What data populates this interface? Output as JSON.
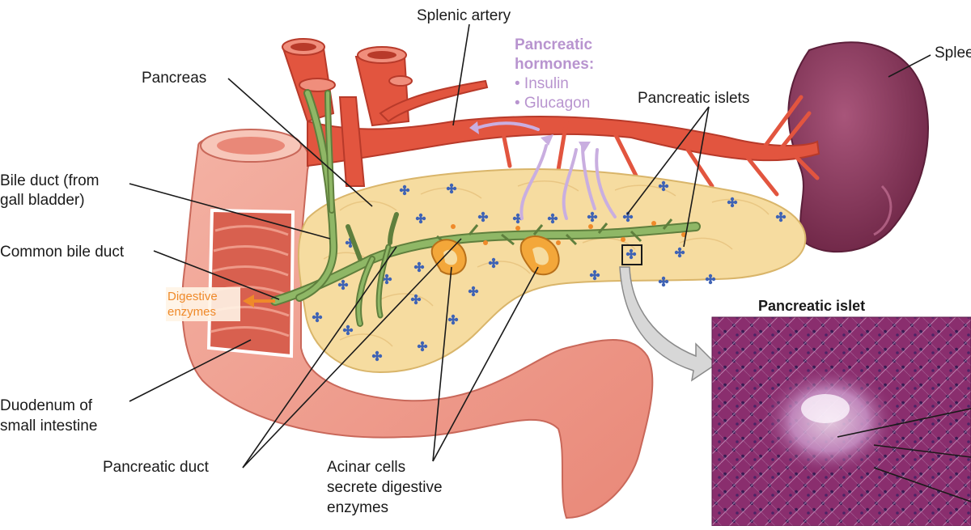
{
  "labels": {
    "splenic_artery": "Splenic artery",
    "spleen": "Spleen",
    "pancreas": "Pancreas",
    "pancreatic_islets": "Pancreatic islets",
    "bile_duct_line1": "Bile duct (from",
    "bile_duct_line2": "gall bladder)",
    "common_bile_duct": "Common bile duct",
    "duodenum_line1": "Duodenum of",
    "duodenum_line2": "small intestine",
    "pancreatic_duct": "Pancreatic duct",
    "acinar_line1": "Acinar cells",
    "acinar_line2": "secrete digestive",
    "acinar_line3": "enzymes",
    "digestive_enzymes_line1": "Digestive",
    "digestive_enzymes_line2": "enzymes"
  },
  "hormones": {
    "title_line1": "Pancreatic",
    "title_line2": "hormones:",
    "items": [
      "• Insulin",
      "• Glucagon"
    ]
  },
  "inset": {
    "title": "Pancreatic islet"
  },
  "colors": {
    "artery": "#e2553f",
    "pancreas": "#f6dca0",
    "duct": "#7fa35a",
    "duodenum": "#ef9a8c",
    "spleen": "#8e3a5c",
    "islet_dots": "#3f63b5",
    "hormone_text": "#b894cf",
    "enzyme_text": "#ef8a2a",
    "histology": "#8a2e6e"
  }
}
